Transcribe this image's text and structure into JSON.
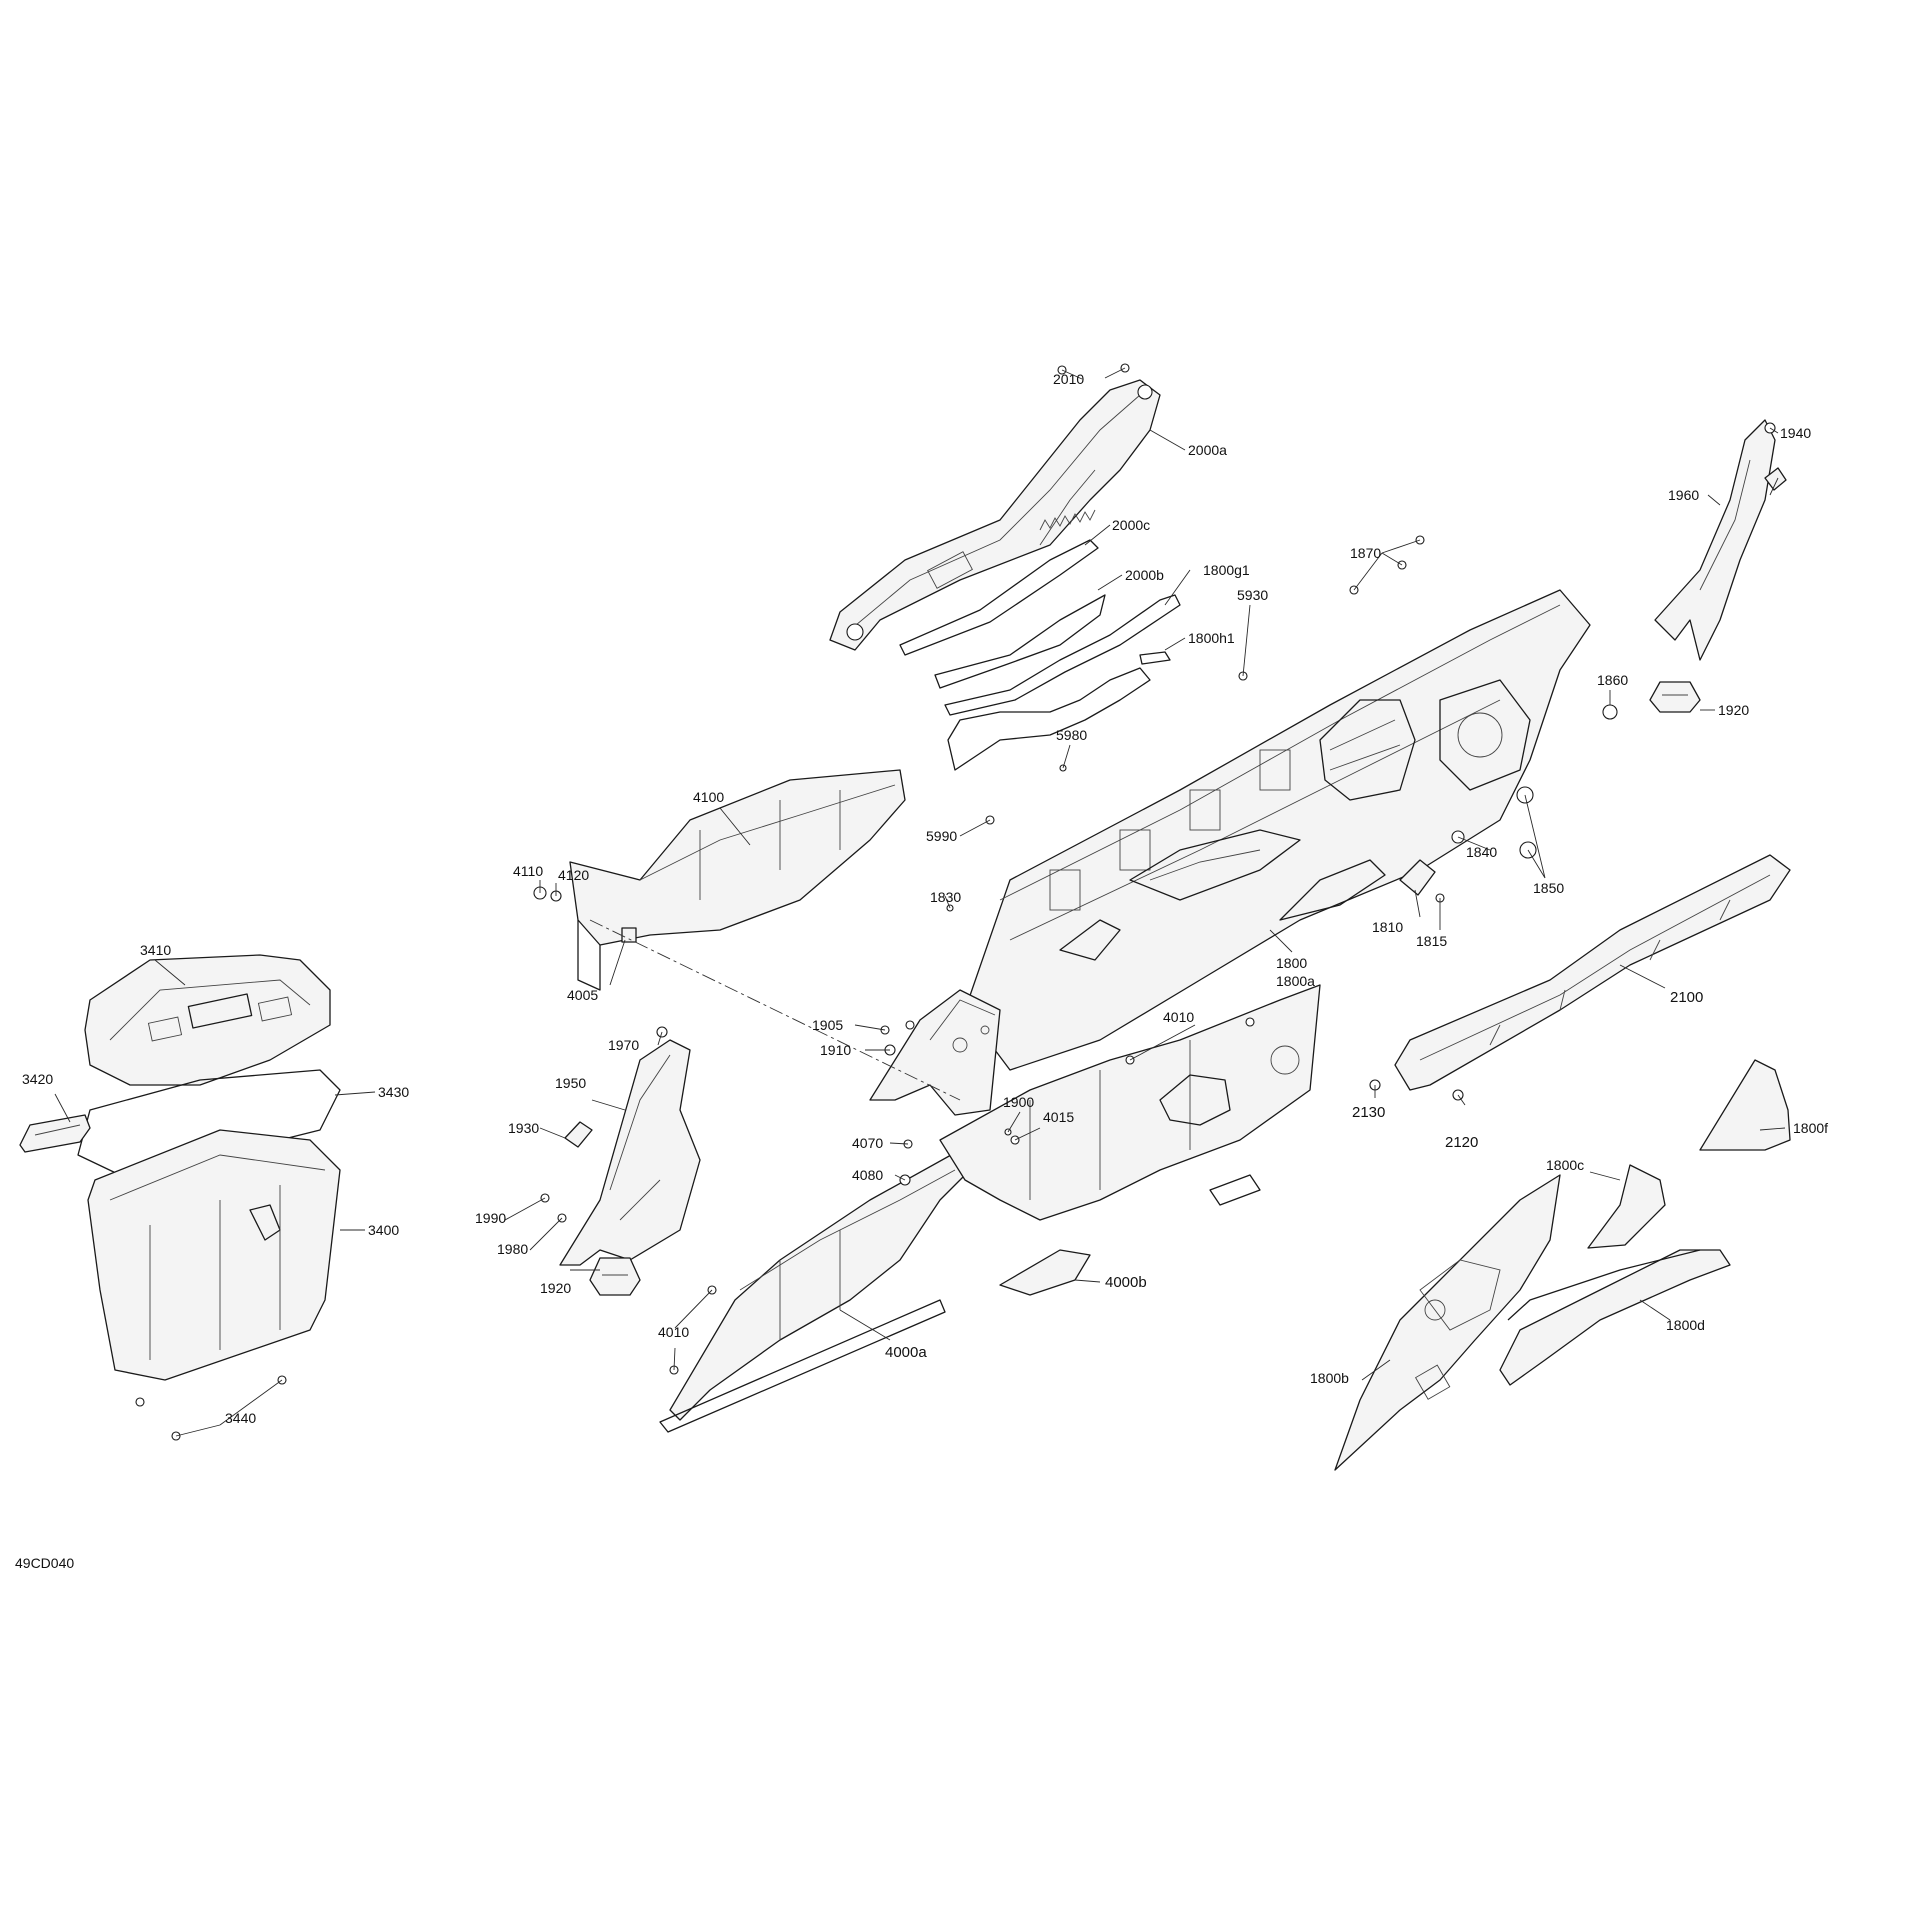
{
  "diagram": {
    "reference_code": "49CD040",
    "callouts": {
      "c2010": "2010",
      "c2000a": "2000a",
      "c2000c": "2000c",
      "c2000b": "2000b",
      "c1800g1": "1800g1",
      "c1800h1": "1800h1",
      "c1940": "1940",
      "c1960": "1960",
      "c1870": "1870",
      "c5930": "5930",
      "c1860": "1860",
      "c1920a": "1920",
      "c5980": "5980",
      "c4100": "4100",
      "c5990": "5990",
      "c4110": "4110",
      "c4120": "4120",
      "c1830": "1830",
      "c1840": "1840",
      "c1850": "1850",
      "c1810": "1810",
      "c1815": "1815",
      "c1800": "1800",
      "c1800a": "1800a",
      "c4005": "4005",
      "c3410": "3410",
      "c1905": "1905",
      "c1910": "1910",
      "c2100": "2100",
      "c1970": "1970",
      "c4010a": "4010",
      "c3420": "3420",
      "c3430": "3430",
      "c1950": "1950",
      "c1900": "1900",
      "c4015": "4015",
      "c2130": "2130",
      "c2120": "2120",
      "c1800f": "1800f",
      "c1930": "1930",
      "c4070": "4070",
      "c1800c": "1800c",
      "c4080": "4080",
      "c3400": "3400",
      "c1990": "1990",
      "c1980": "1980",
      "c4000b": "4000b",
      "c1920b": "1920",
      "c4010b": "4010",
      "c4000a": "4000a",
      "c1800d": "1800d",
      "c1800b": "1800b",
      "c3440": "3440"
    }
  }
}
